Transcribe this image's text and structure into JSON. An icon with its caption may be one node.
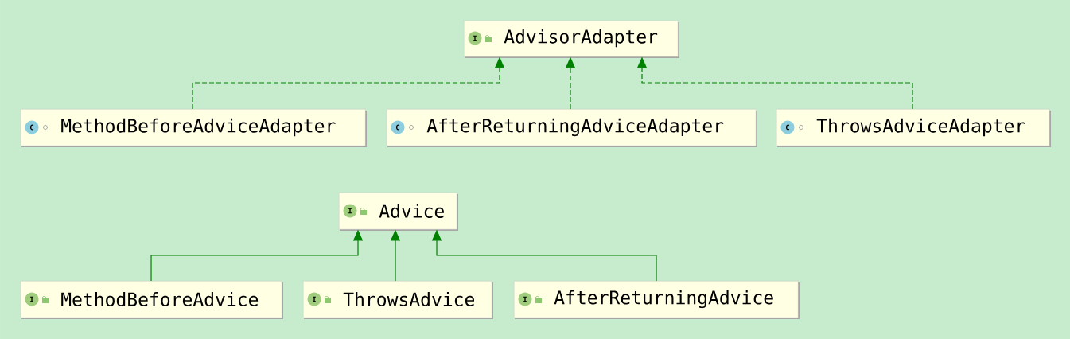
{
  "diagram": {
    "nodes": [
      {
        "text": [
          "I",
          "AdvisorAdapter"
        ]
      },
      {
        "text": [
          "C",
          "MethodBeforeAdviceAdapter"
        ]
      },
      {
        "text": [
          "C",
          "AfterReturningAdviceAdapter"
        ]
      },
      {
        "text": [
          "C",
          "ThrowsAdviceAdapter"
        ]
      },
      {
        "text": [
          "I",
          "Advice"
        ]
      },
      {
        "text": [
          "I",
          "MethodBeforeAdvice"
        ]
      },
      {
        "text": [
          "I",
          "ThrowsAdvice"
        ]
      },
      {
        "text": [
          "I",
          "AfterReturningAdvice"
        ]
      }
    ],
    "edges": [
      {
        "from": 1,
        "to": 0,
        "arrow": "to",
        "style": "dashed"
      },
      {
        "from": 2,
        "to": 0,
        "arrow": "to",
        "style": "dashed"
      },
      {
        "from": 3,
        "to": 0,
        "arrow": "to",
        "style": "dashed"
      },
      {
        "from": 5,
        "to": 4,
        "arrow": "to"
      },
      {
        "from": 6,
        "to": 4,
        "arrow": "to"
      },
      {
        "from": 7,
        "to": 4,
        "arrow": "to"
      }
    ]
  }
}
